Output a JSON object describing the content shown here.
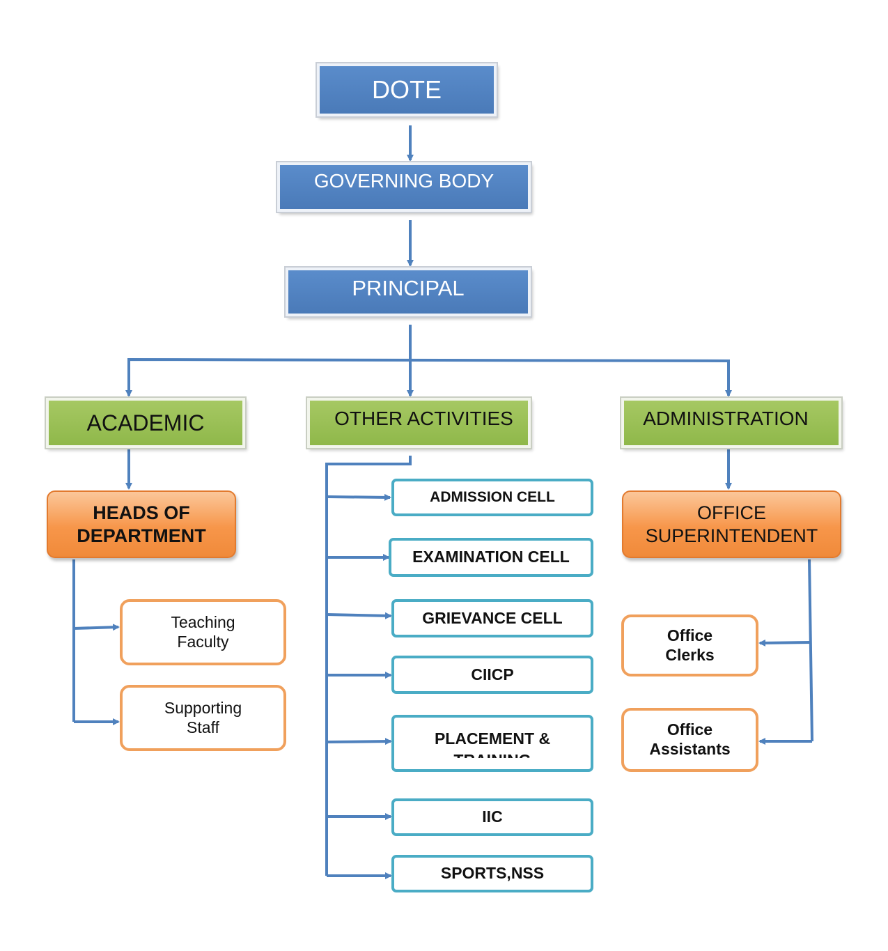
{
  "level1": {
    "dote": "DOTE"
  },
  "level2": {
    "governing_body": "GOVERNING BODY"
  },
  "level3": {
    "principal": "PRINCIPAL"
  },
  "branches": {
    "academic": {
      "label": "ACADEMIC",
      "head": {
        "line1": "HEADS OF",
        "line2": "DEPARTMENT"
      },
      "children": [
        {
          "line1": "Teaching",
          "line2": "Faculty"
        },
        {
          "line1": "Supporting",
          "line2": "Staff"
        }
      ]
    },
    "other_activities": {
      "label": "OTHER ACTIVITIES",
      "cells": [
        "ADMISSION CELL",
        "EXAMINATION CELL",
        "GRIEVANCE CELL",
        "CIICP",
        {
          "line1": "PLACEMENT &",
          "line2": "TRAINING"
        },
        "IIC",
        "SPORTS,NSS"
      ]
    },
    "administration": {
      "label": "ADMINISTRATION",
      "head": {
        "line1": "OFFICE",
        "line2": "SUPERINTENDENT"
      },
      "children": [
        {
          "line1": "Office",
          "line2": "Clerks"
        },
        {
          "line1": "Office",
          "line2": "Assistants"
        }
      ]
    }
  },
  "colors": {
    "connector": "#4f81bd",
    "blue_box": "#4f81bd",
    "green_box": "#9bbb59",
    "orange_box": "#f79646",
    "teal_outline": "#4bacc6"
  }
}
